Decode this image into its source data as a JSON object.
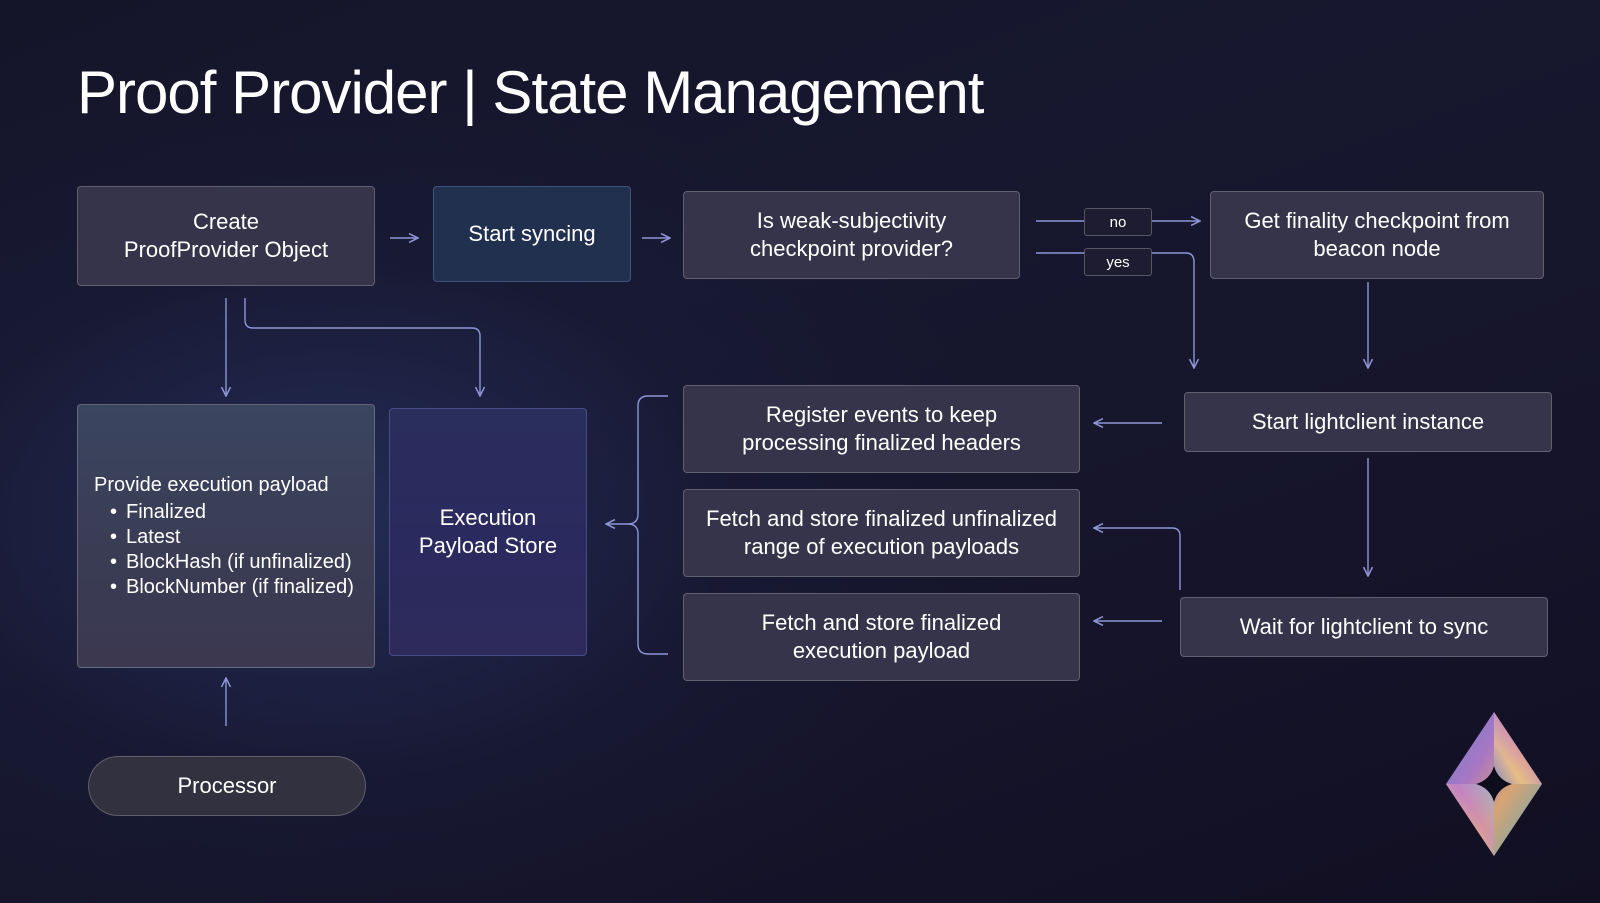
{
  "title": "Proof Provider | State Management",
  "nodes": {
    "create": [
      "Create",
      "ProofProvider Object"
    ],
    "start_syncing": "Start syncing",
    "ws_question": [
      "Is weak-subjectivity",
      "checkpoint provider?"
    ],
    "no_label": "no",
    "yes_label": "yes",
    "get_finality": [
      "Get finality checkpoint from",
      "beacon node"
    ],
    "start_lightclient": "Start lightclient instance",
    "register_events": [
      "Register events to keep",
      "processing finalized headers"
    ],
    "fetch_unfinalized": [
      "Fetch and store finalized unfinalized",
      "range of execution payloads"
    ],
    "fetch_finalized": [
      "Fetch and store finalized",
      "execution payload"
    ],
    "wait_sync": "Wait for lightclient to sync",
    "provide_payload": {
      "heading": "Provide execution payload",
      "items": [
        "Finalized",
        "Latest",
        "BlockHash (if unfinalized)",
        "BlockNumber (if finalized)"
      ]
    },
    "payload_store": [
      "Execution",
      "Payload Store"
    ],
    "processor": "Processor"
  },
  "colors": {
    "background": "#16162c",
    "box": "#35344a",
    "start_box": "#223050",
    "store_box": "#2b2a5e",
    "connector": "#8f95d4"
  },
  "icons": [
    "ethereum-logo-icon"
  ]
}
